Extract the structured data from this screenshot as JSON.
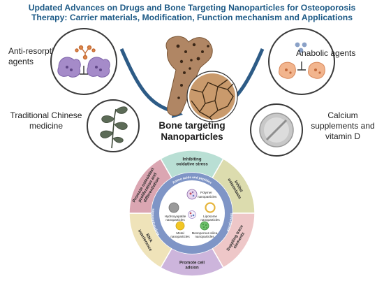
{
  "title": {
    "line1": "Updated Advances on Drugs and Bone Targeting Nanoparticles for Osteoporosis",
    "line2": "Therapy: Carrier materials, Modification, Function mechanism and Applications"
  },
  "inputs": {
    "anti_resorptive_line1": "Anti-resorptive",
    "anti_resorptive_line2": "agents",
    "anabolic": "Anabolic agents",
    "tcm_line1": "Traditional Chinese",
    "tcm_line2": "medicine",
    "calcium_line1": "Calcium",
    "calcium_line2": "supplements and",
    "calcium_line3": "vitamin D"
  },
  "center": {
    "line1": "Bone targeting",
    "line2": "Nanoparticles"
  },
  "wheel": {
    "outer_segments": [
      {
        "line1": "Inhibiting",
        "line2": "oxidative stress",
        "color": "#b9dfd4"
      },
      {
        "line1": "Inhibit",
        "line2": "osteoclasts",
        "color": "#dcdcae"
      },
      {
        "line1": "Suppling trace",
        "line2": "elements",
        "color": "#eec7c8"
      },
      {
        "line1": "Promote cell",
        "line2": "adsion",
        "color": "#cdb5dc"
      },
      {
        "line1": "RNA",
        "line2": "interference",
        "color": "#efe3b9"
      },
      {
        "line1": "Promote osteoblast",
        "line2": "proliferation and",
        "line3": "differentiation",
        "color": "#dba6b2"
      }
    ],
    "ring_labels": {
      "top": "Amino acids and peptides",
      "left": "Bisphosphonates",
      "right": "Tetracycline"
    },
    "nanoparticles": {
      "polymer": {
        "line1": "Polymer",
        "line2": "nanoparticles"
      },
      "hydroxyapatite": {
        "line1": "Hydroxyapatite",
        "line2": "nanoparticles"
      },
      "liposome": {
        "line1": "Liposome",
        "line2": "nanoparticles"
      },
      "metal": {
        "line1": "Metal",
        "line2": "nanoparticles"
      },
      "mesoporous": {
        "line1": "Mesoporous silica",
        "line2": "nanoparticles"
      }
    }
  },
  "colors": {
    "title": "#1d5a86",
    "arrow": "#2d5b86",
    "ring_blue": "#7f95c6",
    "core": "#ffffff"
  },
  "icons": [
    "osteoclast-icon",
    "drug-molecule-icon",
    "osteoblast-icon",
    "herb-leaves-icon",
    "tablet-icon",
    "femur-bone-icon"
  ]
}
